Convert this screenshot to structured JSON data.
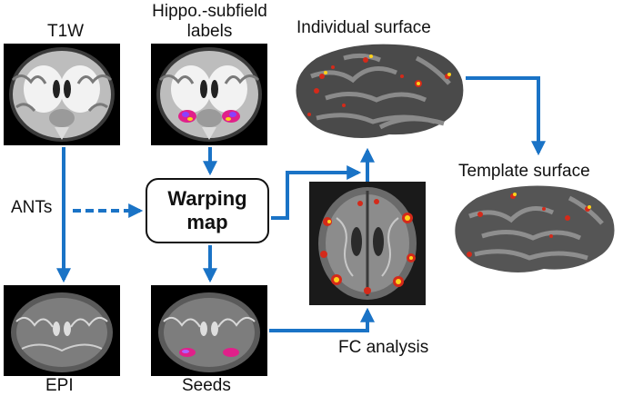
{
  "labels": {
    "t1w": "T1W",
    "hippo_line1": "Hippo.-subfield",
    "hippo_line2": "labels",
    "individual_surface": "Individual surface",
    "template_surface": "Template surface",
    "ants": "ANTs",
    "warping_line1": "Warping",
    "warping_line2": "map",
    "epi": "EPI",
    "seeds": "Seeds",
    "fc_analysis": "FC analysis"
  },
  "colors": {
    "arrow": "#1a73c6",
    "cortex_dark": "#4a4a4a",
    "cortex_light": "#8a8a8a",
    "activation_red": "#d42a1a",
    "activation_yellow": "#ffd21a",
    "seed_magenta": "#e0208a"
  }
}
